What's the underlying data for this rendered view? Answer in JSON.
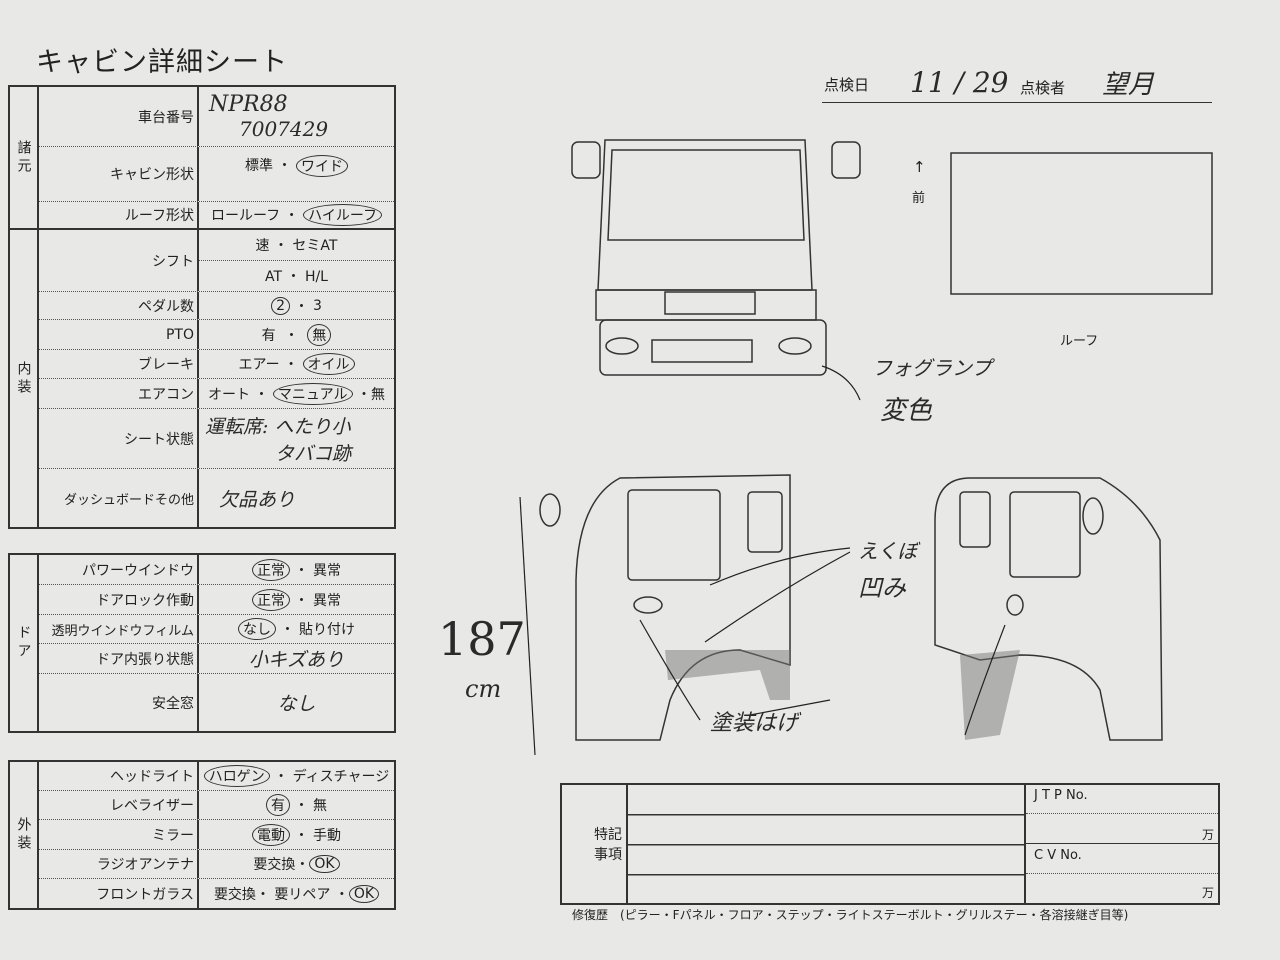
{
  "title": "キャビン詳細シート",
  "header": {
    "date_label": "点検日",
    "date_value": "11 / 29",
    "inspector_label": "点検者",
    "inspector_value": "望月"
  },
  "specs": {
    "section": "諸元",
    "rows": [
      {
        "label": "車台番号",
        "value": "NPR88",
        "value2": "7007429"
      },
      {
        "label": "キャビン形状",
        "opt1": "標準",
        "opt2": "ワイド",
        "selected": "ワイド"
      },
      {
        "label": "ルーフ形状",
        "opt1": "ロールーフ",
        "opt2": "ハイルーフ",
        "selected": "ハイルーフ"
      }
    ]
  },
  "interior": {
    "section": "内装",
    "rows": [
      {
        "label": "シフト",
        "line1": "速 ・ セミAT",
        "line2": "AT ・ H/L"
      },
      {
        "label": "ペダル数",
        "opt1": "2",
        "opt2": "3",
        "selected": "2"
      },
      {
        "label": "PTO",
        "opt1": "有",
        "opt2": "無",
        "selected": "無"
      },
      {
        "label": "ブレーキ",
        "opt1": "エアー",
        "opt2": "オイル",
        "selected": "オイル"
      },
      {
        "label": "エアコン",
        "opt1": "オート",
        "opt2": "マニュアル",
        "opt3": "無",
        "selected": "マニュアル"
      },
      {
        "label": "シート状態",
        "value": "運転席: へたり小",
        "value2": "タバコ跡"
      },
      {
        "label": "ダッシュボードその他",
        "value": "欠品あり"
      }
    ]
  },
  "door": {
    "section": "ドア",
    "rows": [
      {
        "label": "パワーウインドウ",
        "opt1": "正常",
        "opt2": "異常",
        "selected": "正常"
      },
      {
        "label": "ドアロック作動",
        "opt1": "正常",
        "opt2": "異常",
        "selected": "正常"
      },
      {
        "label": "透明ウインドウフィルム",
        "opt1": "なし",
        "opt2": "貼り付け",
        "selected": "なし"
      },
      {
        "label": "ドア内張り状態",
        "value": "小キズあり"
      },
      {
        "label": "安全窓",
        "value": "なし"
      }
    ]
  },
  "exterior": {
    "section": "外装",
    "rows": [
      {
        "label": "ヘッドライト",
        "opt1": "ハロゲン",
        "opt2": "ディスチャージ",
        "selected": "ハロゲン"
      },
      {
        "label": "レベライザー",
        "opt1": "有",
        "opt2": "無",
        "selected": "有"
      },
      {
        "label": "ミラー",
        "opt1": "電動",
        "opt2": "手動",
        "selected": "電動"
      },
      {
        "label": "ラジオアンテナ",
        "opt1": "要交換",
        "opt2": "OK",
        "selected": "OK"
      },
      {
        "label": "フロントガラス",
        "opt1": "要交換",
        "opt2": "要リペア",
        "opt3": "OK",
        "selected": "OK"
      }
    ]
  },
  "diagram": {
    "front_arrow": "↑",
    "front_label": "前",
    "roof_label": "ルーフ",
    "notes": {
      "fog": "フォグランプ",
      "fog2": "変色",
      "dent": "えくぼ",
      "dent2": "凹み",
      "paint": "塗装はげ",
      "height": "187",
      "height_unit": "cm"
    }
  },
  "remarks": {
    "label": "特記事項",
    "jtp": "J T P No.",
    "cv": "C V No.",
    "unit": "万",
    "repair_history": "修復歴　(ピラー・Fパネル・フロア・ステップ・ライトステーボルト・グリルステー・各溶接継ぎ目等)"
  }
}
